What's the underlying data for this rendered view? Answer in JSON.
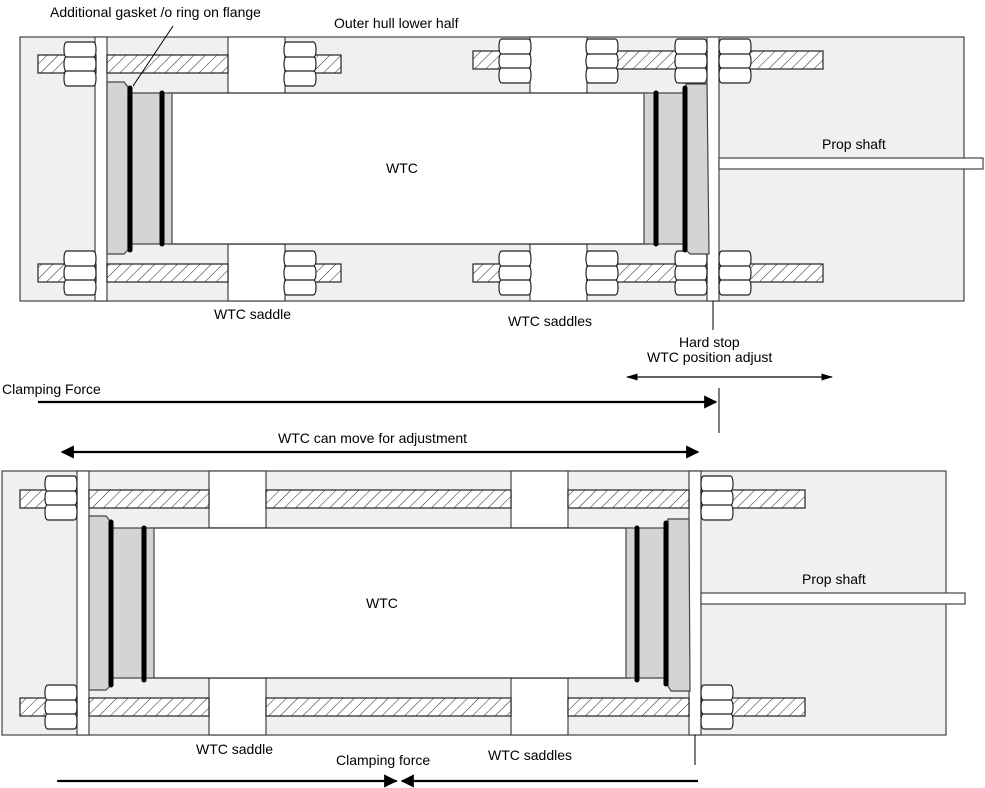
{
  "diagram": {
    "title": "WTC mounting in outer hull — clamping arrangement",
    "top_view": {
      "labels": {
        "gasket": "Additional gasket /o ring on flange",
        "outer_hull": "Outer hull lower half",
        "wtc": "WTC",
        "prop_shaft": "Prop shaft",
        "saddle": "WTC saddle",
        "saddles": "WTC saddles",
        "hard_stop": "Hard stop",
        "position_adjust": "WTC position adjust",
        "clamping_force": "Clamping Force"
      }
    },
    "bottom_view": {
      "labels": {
        "can_move": "WTC can move for adjustment",
        "wtc": "WTC",
        "prop_shaft": "Prop shaft",
        "saddle": "WTC saddle",
        "saddles": "WTC saddles",
        "clamping_force": "Clamping force"
      }
    },
    "colors": {
      "hull_fill": "#f0f0f0",
      "flange_fill": "#d4d4d4",
      "outline": "#444444",
      "oring": "#000000"
    }
  }
}
